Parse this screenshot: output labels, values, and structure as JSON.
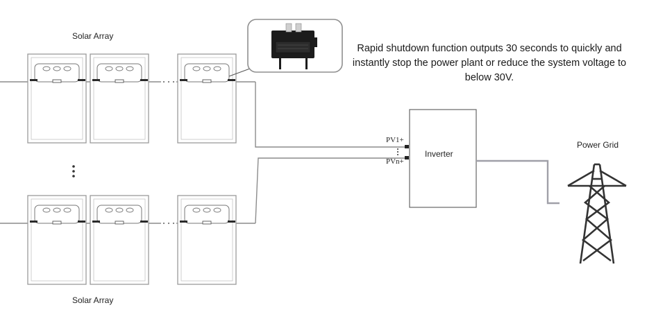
{
  "arrays": {
    "top_label": "Solar Array",
    "bottom_label": "Solar Array"
  },
  "inverter": {
    "label": "Inverter",
    "input_first": "PV1+",
    "input_last": "PVn+"
  },
  "grid": {
    "label": "Power Grid"
  },
  "callout": {
    "text": "Rapid shutdown function outputs 30 seconds to quickly and instantly stop the power plant or reduce the system voltage to below 30V."
  },
  "icons": {
    "shutdown_device": "rapid-shutdown-device-icon",
    "tower": "transmission-tower-icon"
  },
  "colors": {
    "panel_frame": "#9a9a9a",
    "wire": "#8c8c8c",
    "grid_wire": "#a0a0a8",
    "device": "#1c1c1c"
  }
}
